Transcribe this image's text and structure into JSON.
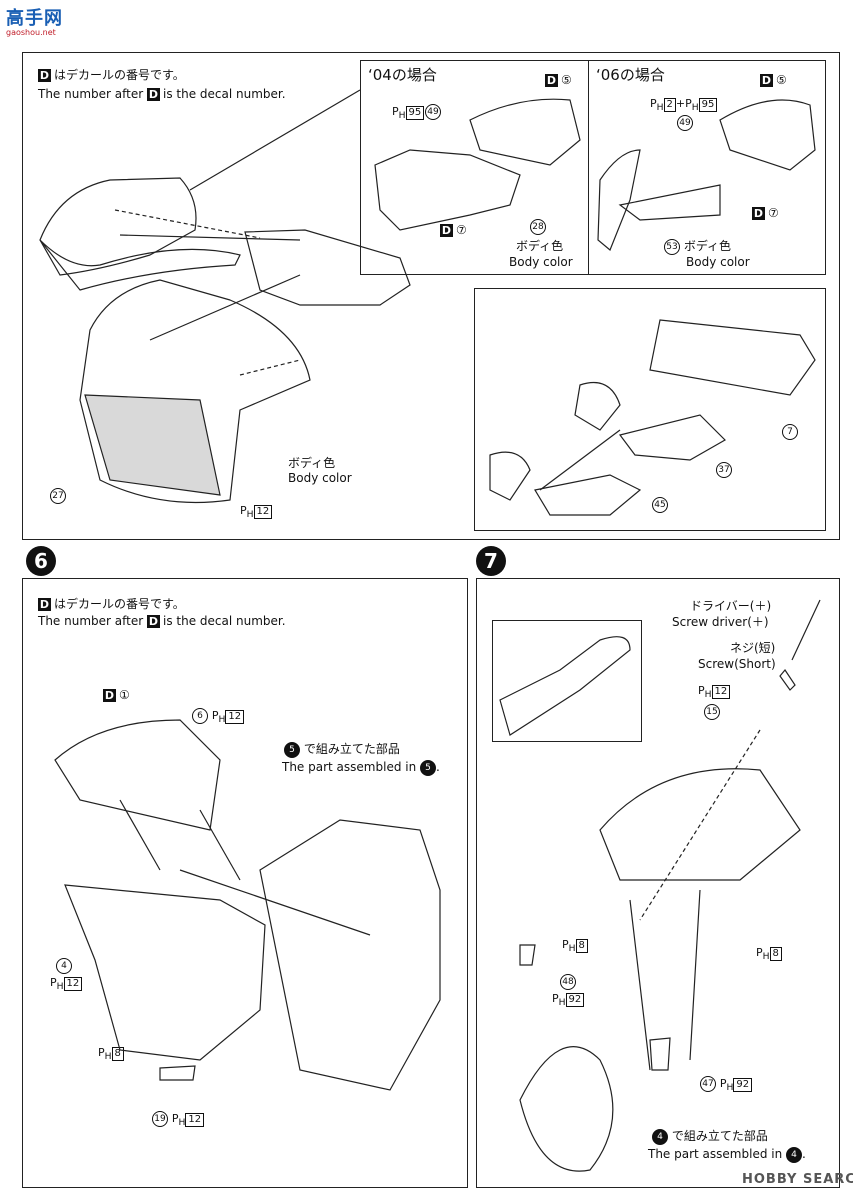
{
  "logo": {
    "text": "高手网",
    "sub": "gaoshou.net"
  },
  "watermark": "HOBBY SEARCH",
  "decal_note": {
    "jp": "はデカールの番号です。",
    "en": "The number after",
    "en2": "is the decal number.",
    "d": "D"
  },
  "step5": {
    "box04": {
      "title": "‘04の場合",
      "d5": "⑤",
      "ph95": "P",
      "ph95_sub": "H",
      "ph95_num": "95",
      "part49": "49",
      "d7": "⑦",
      "part28": "28",
      "body_jp": "ボディ色",
      "body_en": "Body color"
    },
    "box06": {
      "title": "‘06の場合",
      "d5": "⑤",
      "ph_a": "2",
      "ph_b": "95",
      "part49": "49",
      "d7": "⑦",
      "part53": "53",
      "body_jp": "ボディ色",
      "body_en": "Body color"
    },
    "part7": "7",
    "part37": "37",
    "part45": "45",
    "body_jp": "ボディ色",
    "body_en": "Body color",
    "part27": "27",
    "ph12": "12"
  },
  "step6": {
    "num": "6",
    "d1": "①",
    "part6": "6",
    "ph12a": "12",
    "assembled_jp": "で組み立てた部品",
    "assembled_en": "The part assembled in",
    "assembled_ref": "5",
    "part4": "4",
    "ph12b": "12",
    "ph8": "8",
    "part19": "19",
    "ph12c": "12"
  },
  "step7": {
    "num": "7",
    "driver_jp": "ドライバー(＋)",
    "driver_en": "Screw driver(＋)",
    "screw_jp": "ネジ(短)",
    "screw_en": "Screw(Short)",
    "ph12": "12",
    "part15": "15",
    "ph8a": "8",
    "ph8b": "8",
    "part48": "48",
    "ph92a": "92",
    "part47": "47",
    "ph92b": "92",
    "assembled_jp": "で組み立てた部品",
    "assembled_en": "The part assembled in",
    "assembled_ref": "4"
  }
}
